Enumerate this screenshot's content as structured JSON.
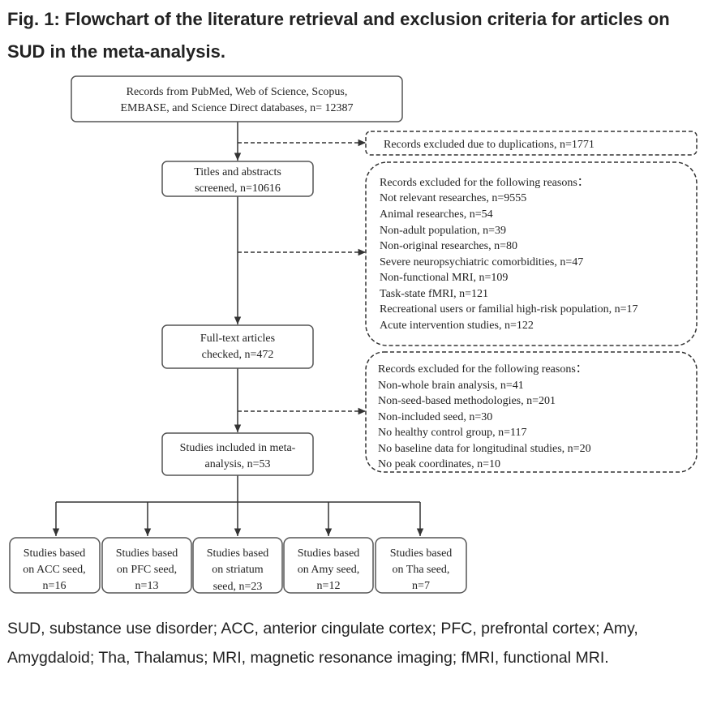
{
  "figure": {
    "title": "Fig. 1: Flowchart of the literature retrieval and exclusion criteria for articles on SUD in the meta-analysis.",
    "caption": "SUD, substance use disorder; ACC, anterior cingulate cortex; PFC, prefrontal cortex; Amy, Amygdaloid; Tha, Thalamus; MRI, magnetic resonance imaging; fMRI, functional MRI."
  },
  "flow": {
    "records": {
      "line1": "Records from PubMed, Web of Science, Scopus,",
      "line2": "EMBASE, and Science Direct databases, n= 12387"
    },
    "duplicates": "Records excluded due to duplications, n=1771",
    "screened": {
      "line1": "Titles and abstracts",
      "line2": "screened, n=10616"
    },
    "exclusion1": {
      "header": "Records excluded for the following reasons：",
      "items": [
        "Not relevant researches, n=9555",
        "Animal researches, n=54",
        "Non-adult population, n=39",
        "Non-original researches, n=80",
        "Severe neuropsychiatric comorbidities, n=47",
        "Non-functional MRI, n=109",
        "Task-state fMRI, n=121",
        "Recreational users or familial high-risk population, n=17",
        "Acute intervention studies, n=122"
      ]
    },
    "fulltext": {
      "line1": "Full-text articles",
      "line2": "checked, n=472"
    },
    "exclusion2": {
      "header": "Records excluded for the following reasons：",
      "items": [
        "Non-whole brain analysis, n=41",
        "Non-seed-based methodologies, n=201",
        "Non-included seed, n=30",
        "No healthy control group, n=117",
        "No baseline data for longitudinal studies, n=20",
        "No peak coordinates, n=10"
      ]
    },
    "included": {
      "line1": "Studies included in meta-",
      "line2": "analysis, n=53"
    },
    "seeds": [
      {
        "line1": "Studies based",
        "line2": "on ACC seed,",
        "line3": "n=16"
      },
      {
        "line1": "Studies based",
        "line2": "on PFC seed,",
        "line3": "n=13"
      },
      {
        "line1": "Studies based",
        "line2": "on striatum",
        "line3": "seed, n=23"
      },
      {
        "line1": "Studies based",
        "line2": "on Amy seed,",
        "line3": "n=12"
      },
      {
        "line1": "Studies based",
        "line2": "on Tha seed,",
        "line3": "n=7"
      }
    ]
  }
}
